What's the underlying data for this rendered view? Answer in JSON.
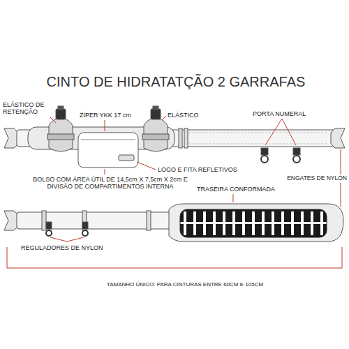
{
  "diagram": {
    "title": "CINTO DE HIDRATATÇÃO 2 GARRAFAS",
    "caption": "TAMANHO ÚNICO: PARA CINTURAS ENTRE 60CM E 105CM",
    "labels": [
      "ELÁSTICO DE RETENÇÃO",
      "ZÍPER YKK 17 cm",
      "ELÁSTICO",
      "PORTA NUMERAL",
      "LOGO E FITA REFLETIVOS",
      "BOLSO COM ÁREA ÚTIL DE 14,5cm X 7,5cm X 2cm E DIVISÃO DE COMPARTIMENTOS INTERNA",
      "ENGATES DE NYLON",
      "TRASEIRA CONFORMADA",
      "REGULADORES DE NYLON"
    ]
  }
}
